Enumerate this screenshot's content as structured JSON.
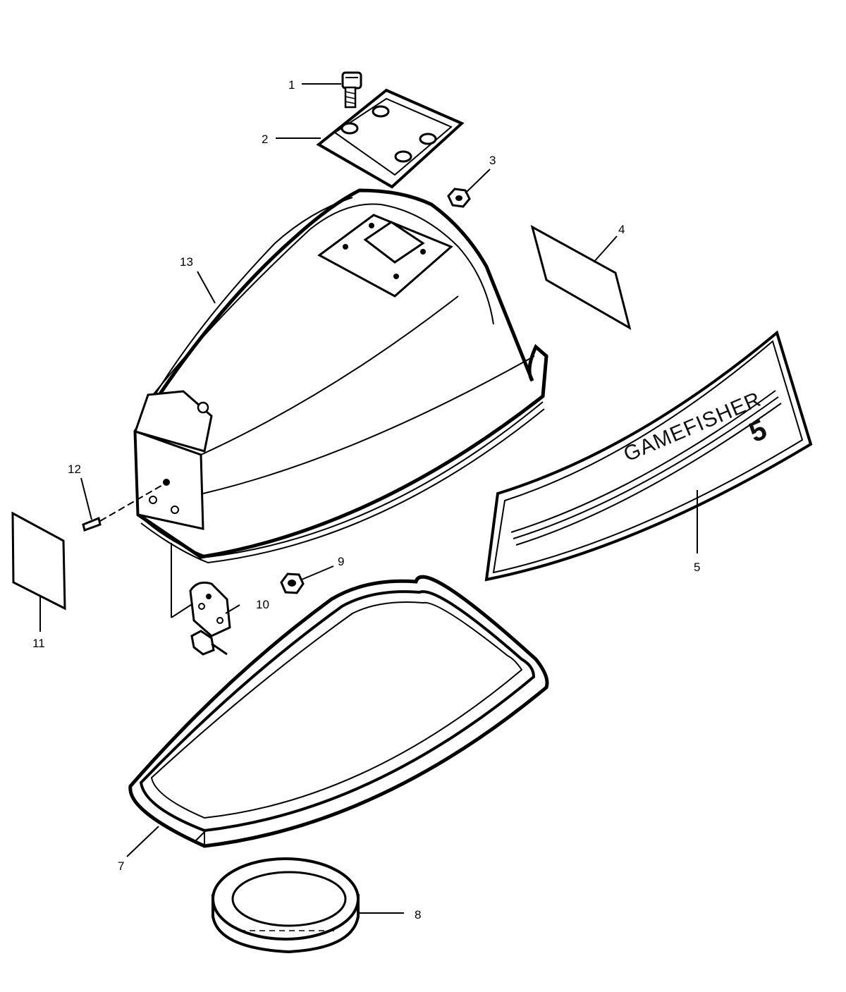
{
  "callouts": {
    "c1": "1",
    "c2": "2",
    "c3": "3",
    "c4": "4",
    "c5": "5",
    "c7": "7",
    "c8": "8",
    "c9": "9",
    "c10": "10",
    "c11": "11",
    "c12": "12",
    "c13": "13"
  },
  "decal": {
    "brand": "GAMEFISHER",
    "model": "5"
  }
}
